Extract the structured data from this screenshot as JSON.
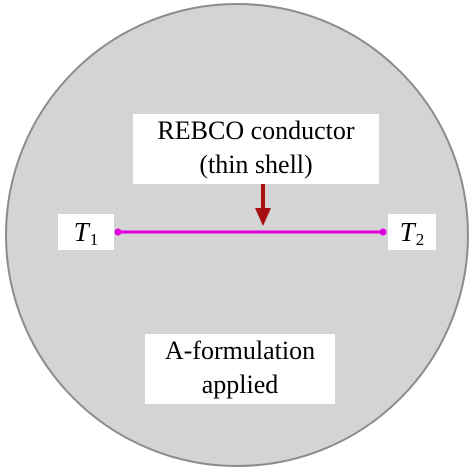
{
  "diagram": {
    "conductor_label_line1": "REBCO conductor",
    "conductor_label_line2": "(thin shell)",
    "region_label_line1": "A-formulation",
    "region_label_line2": "applied",
    "t1_symbol": "T",
    "t1_subscript": "1",
    "t2_symbol": "T",
    "t2_subscript": "2"
  },
  "colors": {
    "domain_fill": "#d4d4d4",
    "domain_stroke": "#8c8c8c",
    "conductor": "#e000e0",
    "arrow": "#a50f0f"
  }
}
